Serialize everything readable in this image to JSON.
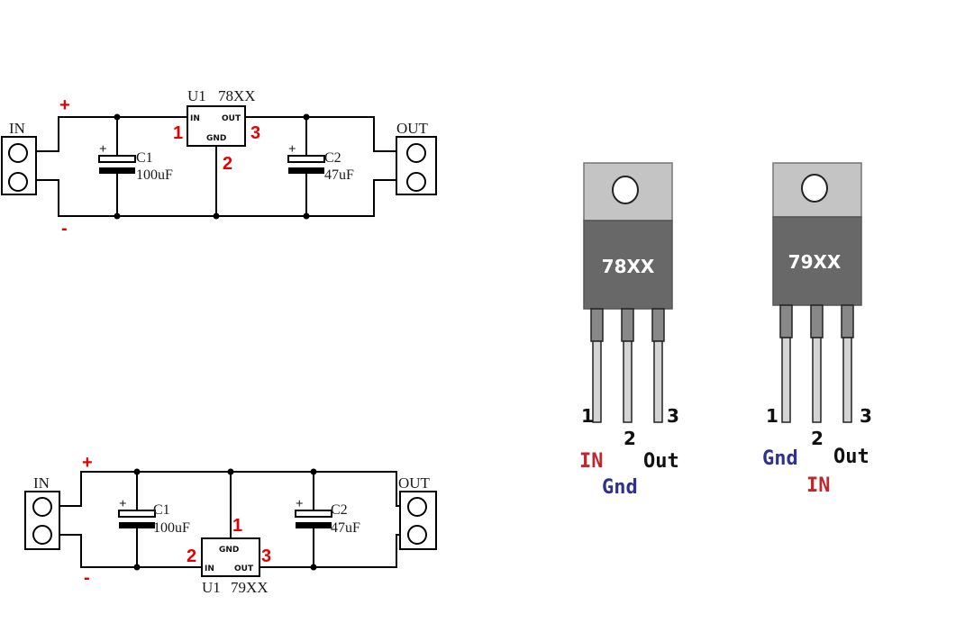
{
  "circuit_78": {
    "input_label": "IN",
    "output_label": "OUT",
    "plus": "+",
    "minus": "-",
    "regulator_ref": "U1",
    "regulator_part": "78XX",
    "reg_in": "IN",
    "reg_out": "OUT",
    "reg_gnd": "GND",
    "pin1": "1",
    "pin2": "2",
    "pin3": "3",
    "c1_name": "C1",
    "c1_value": "100uF",
    "c2_name": "C2",
    "c2_value": "47uF",
    "cap_plus": "+"
  },
  "circuit_79": {
    "input_label": "IN",
    "output_label": "OUT",
    "plus": "+",
    "minus": "-",
    "regulator_ref": "U1",
    "regulator_part": "79XX",
    "reg_in": "IN",
    "reg_out": "OUT",
    "reg_gnd": "GND",
    "pin1": "1",
    "pin2": "2",
    "pin3": "3",
    "c1_name": "C1",
    "c1_value": "100uF",
    "c2_name": "C2",
    "c2_value": "47uF",
    "cap_plus": "+"
  },
  "package_78": {
    "part": "78XX",
    "pin1": "1",
    "pin2": "2",
    "pin3": "3",
    "pin1_func": "IN",
    "pin2_func": "Gnd",
    "pin3_func": "Out",
    "colors": {
      "in": "#c0272d",
      "gnd": "#2e3192",
      "out": "#111111"
    }
  },
  "package_79": {
    "part": "79XX",
    "pin1": "1",
    "pin2": "2",
    "pin3": "3",
    "pin1_func": "Gnd",
    "pin2_func": "IN",
    "pin3_func": "Out",
    "colors": {
      "in": "#c0272d",
      "gnd": "#2e3192",
      "out": "#111111"
    }
  }
}
